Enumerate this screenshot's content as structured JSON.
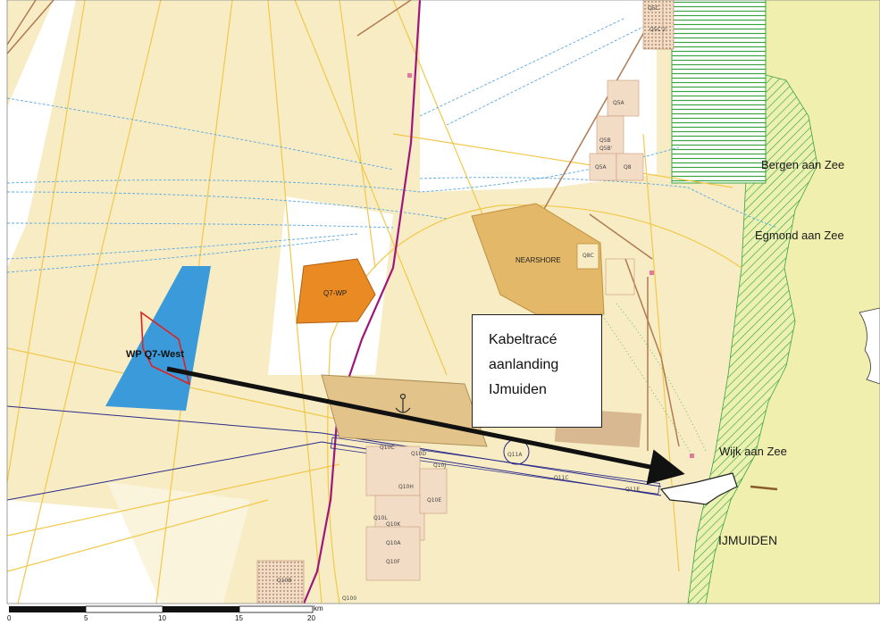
{
  "callout": {
    "line1": "Kabeltracé",
    "line2": "aanlanding",
    "line3": "IJmuiden"
  },
  "wind_park_label": "WP Q7-West",
  "places": {
    "bergen": "Bergen aan Zee",
    "egmond": "Egmond aan Zee",
    "wijk": "Wijk aan Zee",
    "ijmuiden": "IJMUIDEN"
  },
  "zones": {
    "nearshore": "NEARSHORE",
    "q7wp": "Q7-WP"
  },
  "blocks": {
    "q5c": "Q5C",
    "q5c2": "Q5C'2'",
    "q5a": "Q5A",
    "q5b": "Q5B",
    "q5b2": "Q5B'",
    "q5a2": "Q5A",
    "q8": "Q8",
    "q8c": "Q8C",
    "q10c": "Q10C",
    "q10d": "Q10D",
    "q10j": "Q10J",
    "q11a": "Q11A",
    "q11c": "Q11C",
    "q11e": "Q11E",
    "q10h": "Q10H",
    "q10e": "Q10E",
    "q10l": "Q10L",
    "q10k": "Q10K",
    "q10a": "Q10A",
    "q10f": "Q10F",
    "q10b": "Q10B",
    "q100": "Q100"
  },
  "scale": {
    "ticks": [
      "0",
      "5",
      "10",
      "15",
      "20"
    ],
    "unit": "km"
  },
  "colors": {
    "sea": "#f7ecc4",
    "land": "#f0efae",
    "dune": "#2e9e36",
    "windpark": "#3b9ad9",
    "q7wp": "#e98a22",
    "nearshore": "#e3b868",
    "border": "#a0157a",
    "shipping": "#5aa8e0",
    "cable_arrow": "#111111",
    "red_outline": "#e02020"
  }
}
